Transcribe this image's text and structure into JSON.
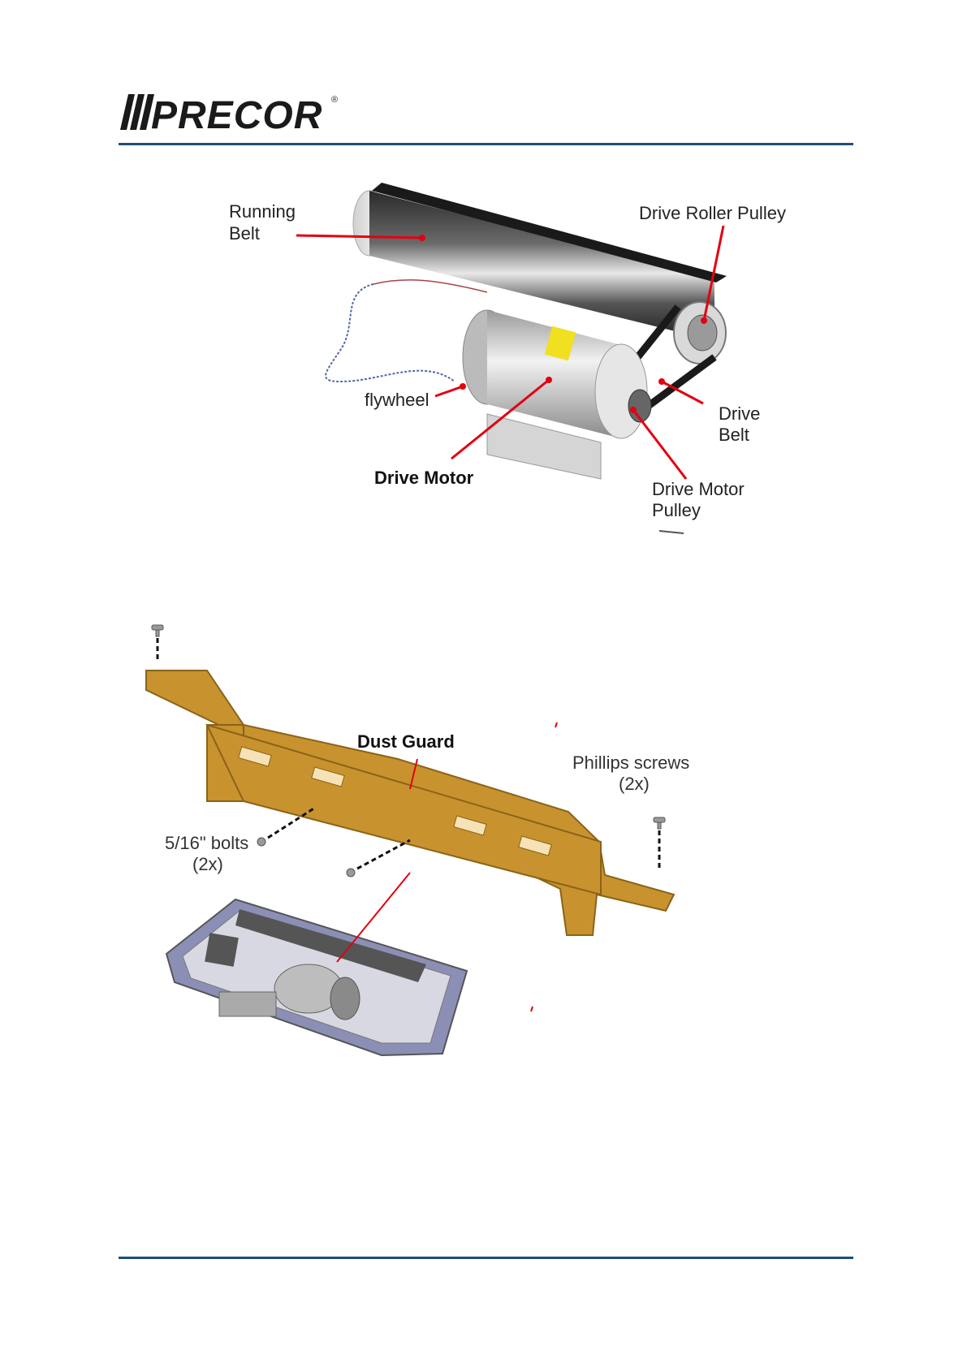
{
  "header": {
    "logo_text": "PRECOR",
    "logo_mark": "®",
    "brand_color": "#1a1a1a",
    "rule_color": "#1f4e79"
  },
  "figure1": {
    "labels": {
      "running_belt_1": "Running",
      "running_belt_2": "Belt",
      "drive_roller_pulley": "Drive Roller Pulley",
      "flywheel": "flywheel",
      "drive_motor": "Drive Motor",
      "drive_belt_1": "Drive",
      "drive_belt_2": "Belt",
      "drive_motor_pulley_1": "Drive Motor",
      "drive_motor_pulley_2": "Pulley"
    },
    "callout_color": "#e3000f"
  },
  "figure2": {
    "labels": {
      "dust_guard": "Dust Guard",
      "phillips_1": "Phillips screws",
      "phillips_2": "(2x)",
      "bolts_1": "5/16\" bolts",
      "bolts_2": "(2x)"
    },
    "guard_color": "#c8922e"
  }
}
